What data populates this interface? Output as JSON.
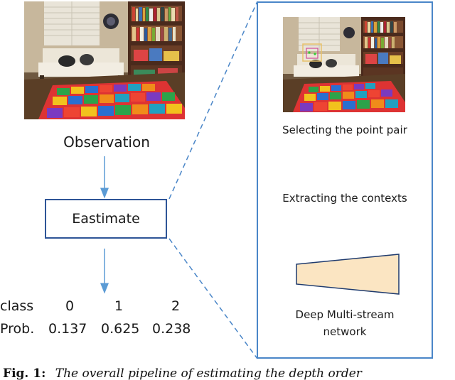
{
  "left": {
    "observation_label": "Observation",
    "estimate_label": "Eastimate",
    "table": {
      "row1": [
        "class",
        "0",
        "1",
        "2"
      ],
      "row2": [
        "Prob.",
        "0.137",
        "0.625",
        "0.238"
      ]
    }
  },
  "panel": {
    "step1_label": "Selecting the point pair",
    "step2_label": "Extracting the contexts",
    "step3_label_line1": "Deep Multi-stream",
    "step3_label_line2": "network"
  },
  "caption": {
    "fig_label": "Fig. 1:",
    "text": "The overall pipeline of estimating the depth order"
  },
  "colors": {
    "arrow": "#5b9bd5",
    "box_border": "#2e5597",
    "panel_border": "#4a86c8",
    "trapezoid_fill": "#fbe5c2",
    "trapezoid_stroke": "#1f3b6e"
  }
}
